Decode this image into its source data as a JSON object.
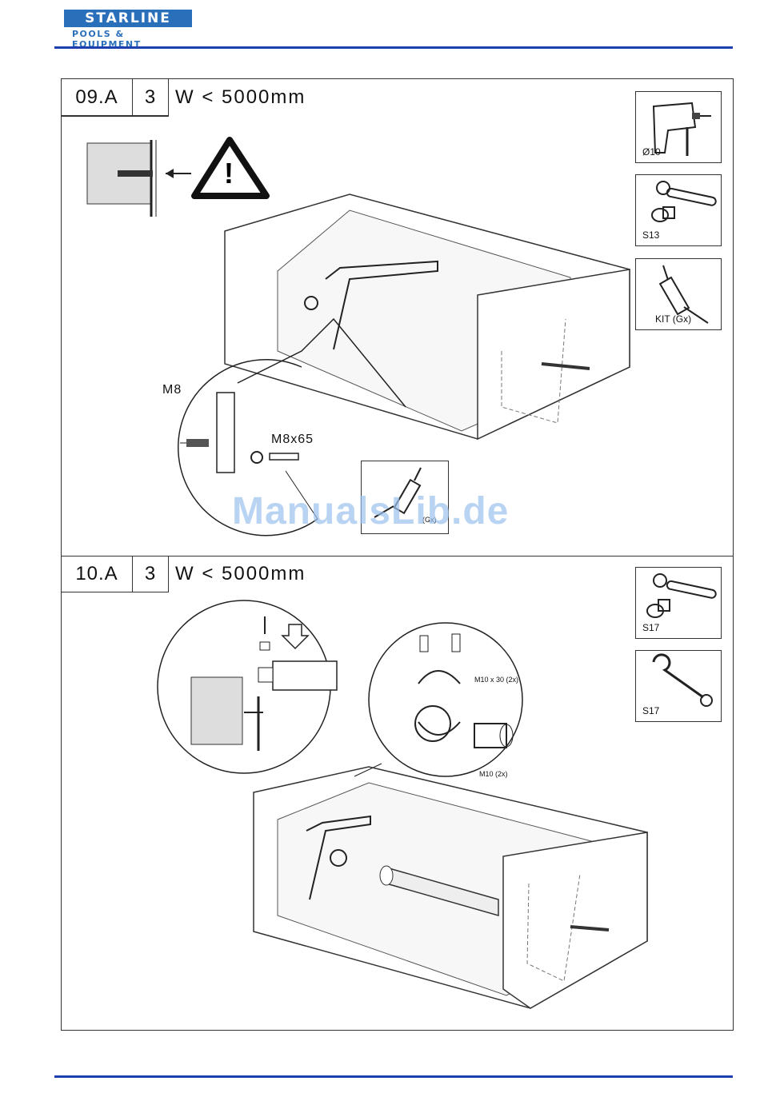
{
  "header": {
    "brand_top": "STARLINE",
    "brand_bottom": "POOLS & EQUIPMENT",
    "brand_color": "#2a6fba",
    "rule_color": "#1d3fb0"
  },
  "steps": [
    {
      "id": "09.A",
      "qty": "3",
      "condition": "W < 5000mm",
      "tools": [
        {
          "icon": "drill-icon",
          "label": "Ø10"
        },
        {
          "icon": "socket-wrench-icon",
          "label": "S13"
        },
        {
          "icon": "sealant-gun-icon",
          "label": "KIT (Gx)"
        }
      ],
      "labels": {
        "anchor": "M8",
        "bolt": "M8x65",
        "kit": "(Gx)"
      }
    },
    {
      "id": "10.A",
      "qty": "3",
      "condition": "W < 5000mm",
      "tools": [
        {
          "icon": "socket-wrench-icon",
          "label": "S17"
        },
        {
          "icon": "combination-wrench-icon",
          "label": "S17"
        }
      ],
      "labels": {
        "bolts": "M10 x 30 (2x)",
        "nuts": "M10 (2x)"
      }
    }
  ],
  "watermark": "ManualsLib.de"
}
